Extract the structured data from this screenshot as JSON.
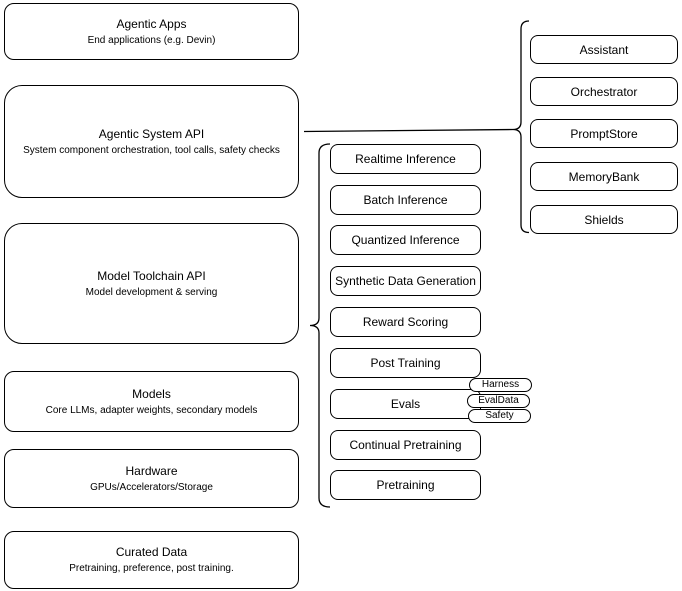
{
  "diagram": {
    "stack": [
      {
        "title": "Agentic Apps",
        "subtitle": "End applications (e.g. Devin)"
      },
      {
        "title": "Agentic System API",
        "subtitle": "System component orchestration, tool calls, safety checks"
      },
      {
        "title": "Model Toolchain API",
        "subtitle": "Model development & serving"
      },
      {
        "title": "Models",
        "subtitle": "Core LLMs, adapter weights, secondary models"
      },
      {
        "title": "Hardware",
        "subtitle": "GPUs/Accelerators/Storage"
      },
      {
        "title": "Curated Data",
        "subtitle": "Pretraining, preference, post training."
      }
    ],
    "toolchain": [
      "Realtime Inference",
      "Batch Inference",
      "Quantized Inference",
      "Synthetic Data Generation",
      "Reward Scoring",
      "Post Training",
      "Evals",
      "Continual Pretraining",
      "Pretraining"
    ],
    "evals_tags": [
      "Harness",
      "EvalData",
      "Safety"
    ],
    "system": [
      "Assistant",
      "Orchestrator",
      "PromptStore",
      "MemoryBank",
      "Shields"
    ],
    "colors": {
      "stroke": "#000000",
      "fill": "#ffffff",
      "background": "#ffffff"
    }
  }
}
